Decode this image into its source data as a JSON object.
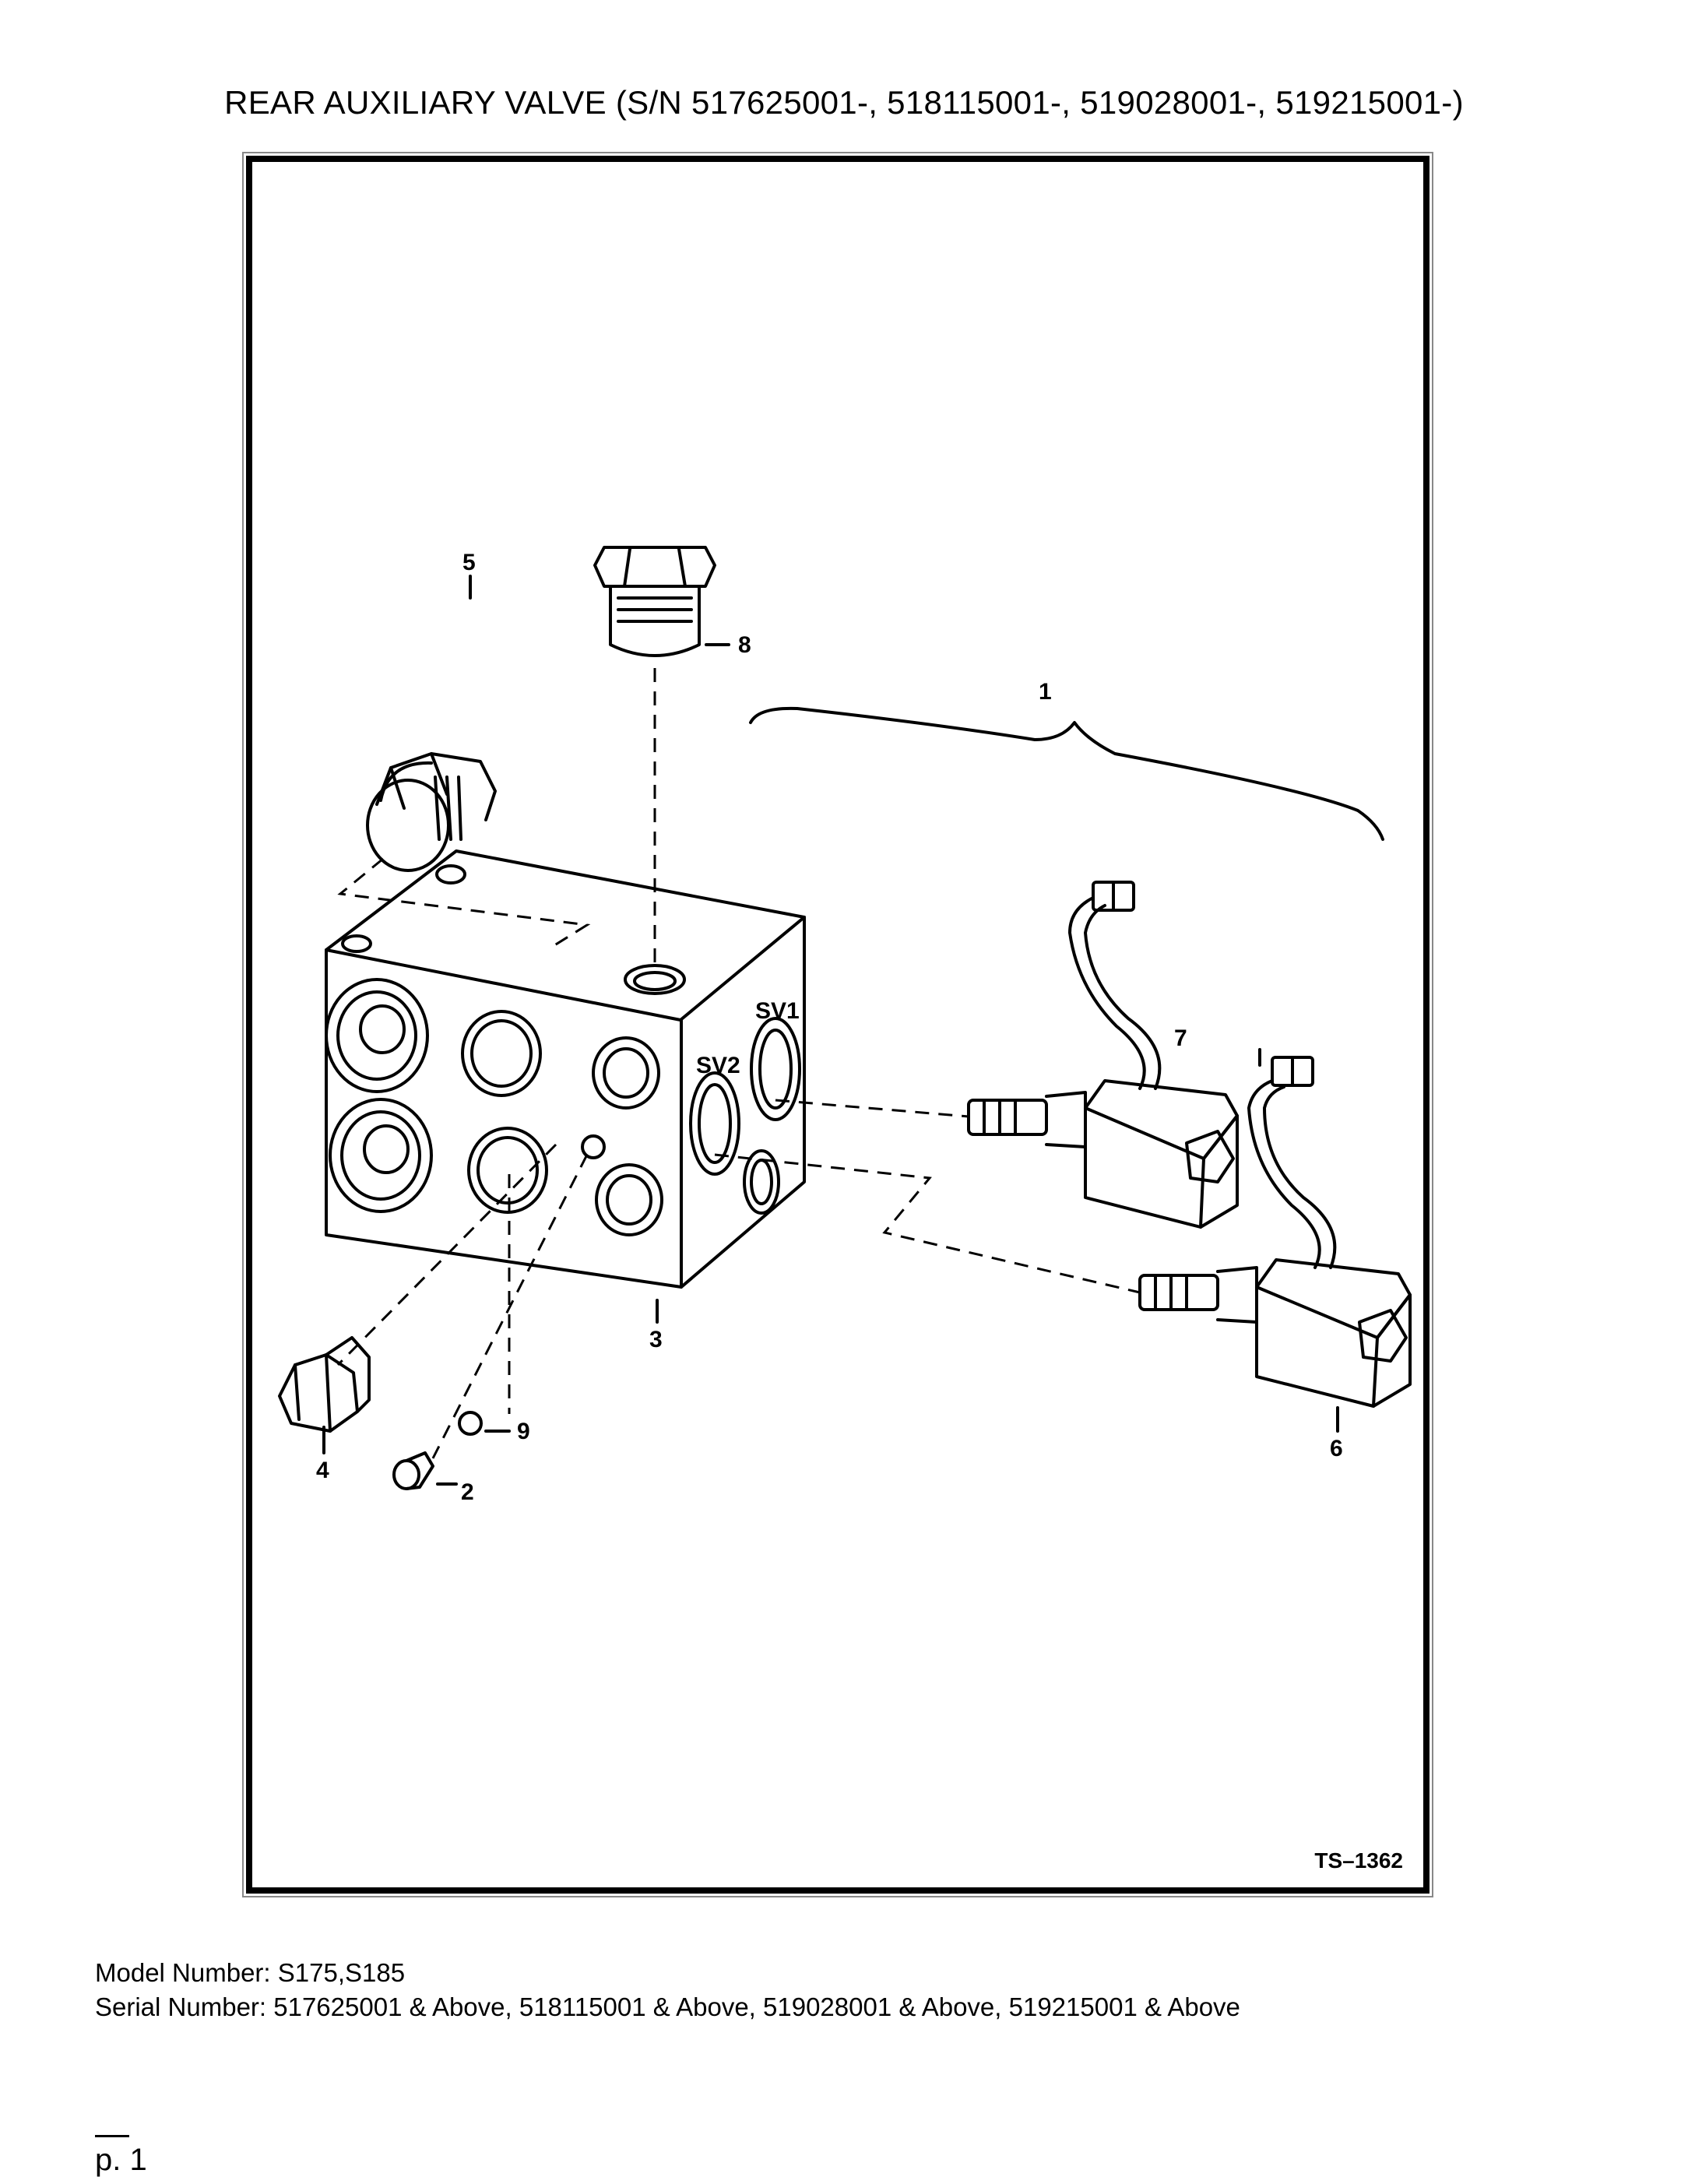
{
  "page": {
    "title": "REAR AUXILIARY VALVE (S/N 517625001-, 518115001-, 519028001-, 519215001-)",
    "figure_id": "TS–1362",
    "model_line": "Model Number: S175,S185",
    "serial_line": "Serial Number: 517625001 & Above, 518115001 & Above, 519028001 & Above, 519215001 & Above",
    "page_number": "p. 1"
  },
  "diagram": {
    "callouts": [
      "1",
      "2",
      "3",
      "4",
      "5",
      "6",
      "7",
      "8",
      "9"
    ],
    "port_labels": [
      "SV1",
      "SV2"
    ]
  }
}
